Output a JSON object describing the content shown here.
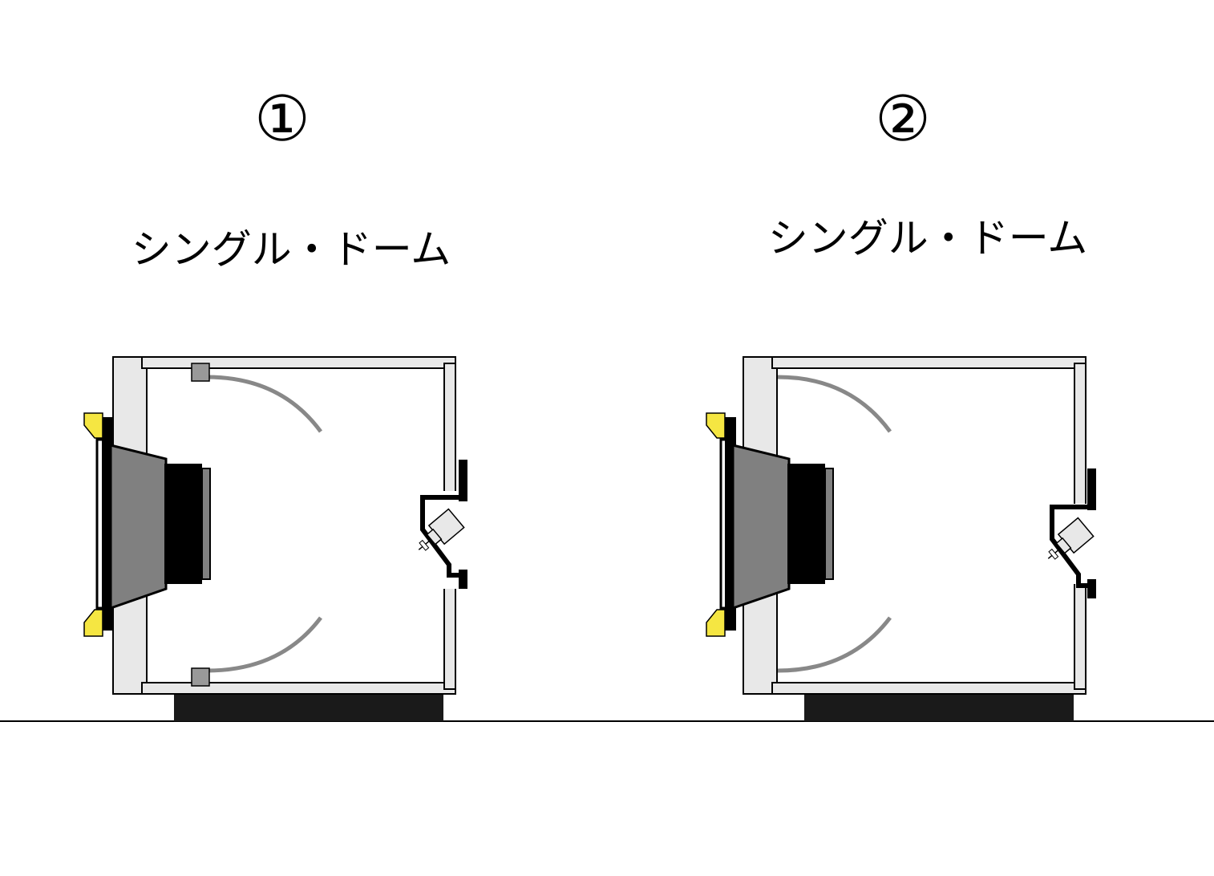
{
  "panels": [
    {
      "number": "①",
      "title": "シングル・ドーム"
    },
    {
      "number": "②",
      "title": "シングル・ドーム"
    }
  ],
  "colors": {
    "cabinet_fill": "#e8e8e8",
    "outline": "#000000",
    "driver_cone": "#808080",
    "magnet": "#000000",
    "dome_arc": "#888888",
    "mount_block": "#999999",
    "yellow_clip": "#f5e642",
    "base": "#1a1a1a"
  }
}
